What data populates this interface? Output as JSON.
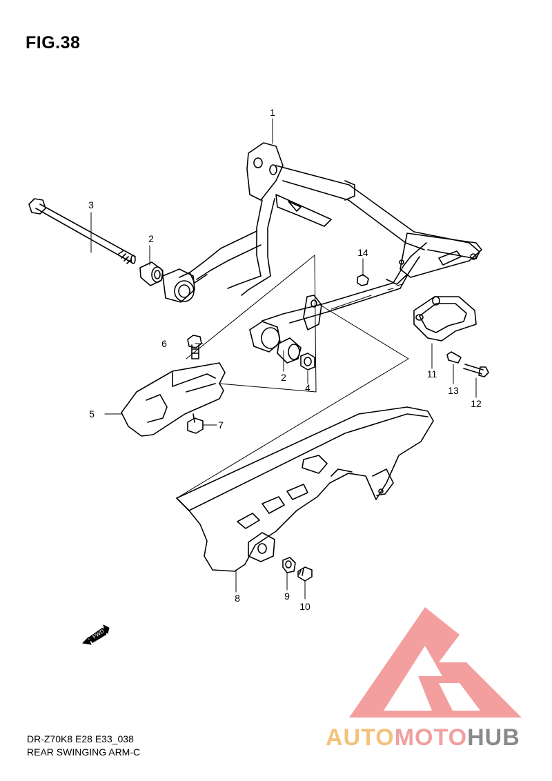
{
  "figure": {
    "title": "FIG.38"
  },
  "parts": [
    {
      "id": "1"
    },
    {
      "id": "2"
    },
    {
      "id": "3"
    },
    {
      "id": "4"
    },
    {
      "id": "5"
    },
    {
      "id": "6"
    },
    {
      "id": "7"
    },
    {
      "id": "8"
    },
    {
      "id": "9"
    },
    {
      "id": "10"
    },
    {
      "id": "11"
    },
    {
      "id": "12"
    },
    {
      "id": "13"
    },
    {
      "id": "14"
    }
  ],
  "second_spacer_label": "2",
  "fwd_label": "FWD",
  "footer": {
    "model_code": "DR-Z70K8 E28 E33_038",
    "section_name": "REAR SWINGING ARM-C"
  },
  "watermark": {
    "brand_part1": "AUTO",
    "brand_part2": "MOTO",
    "brand_part3": "HUB",
    "colors": {
      "triangle": "#f28e8e",
      "auto": "#f5c27a",
      "moto": "#f0a0a0",
      "hub": "#8a8a8a"
    }
  }
}
